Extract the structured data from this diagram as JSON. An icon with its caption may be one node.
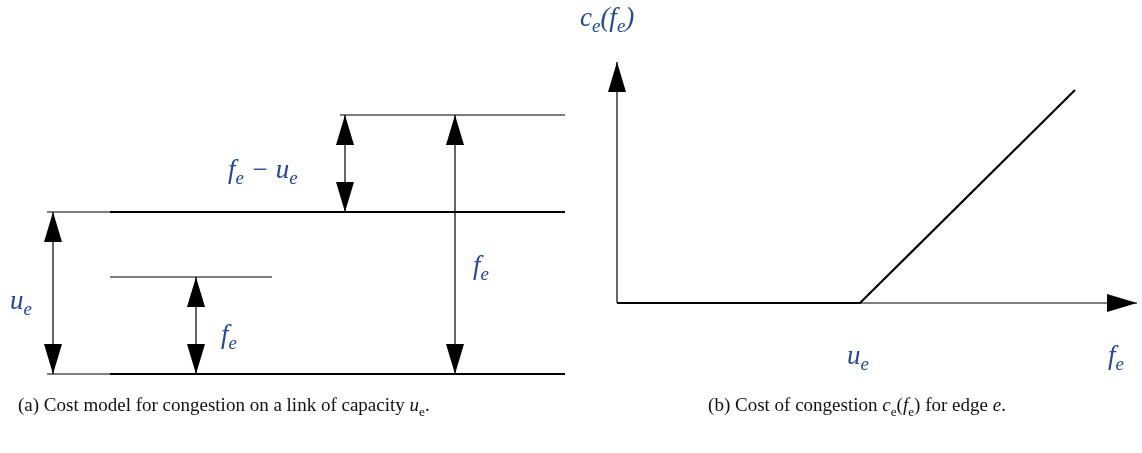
{
  "diagram": {
    "labels": [
      "c$_{e}$(f$_{e}$)",
      "f$_{e}$ − u$_{e}$",
      "u$_{e}$",
      "f$_{e}$",
      "f$_{e}$",
      "u$_{e}$",
      "f$_{e}$",
      "(a) Cost model for congestion on a link of capacity *u*$_{e}$.",
      "(b) Cost of congestion *c*$_{e}$(*f*$_{e}$) for edge *e*."
    ]
  }
}
